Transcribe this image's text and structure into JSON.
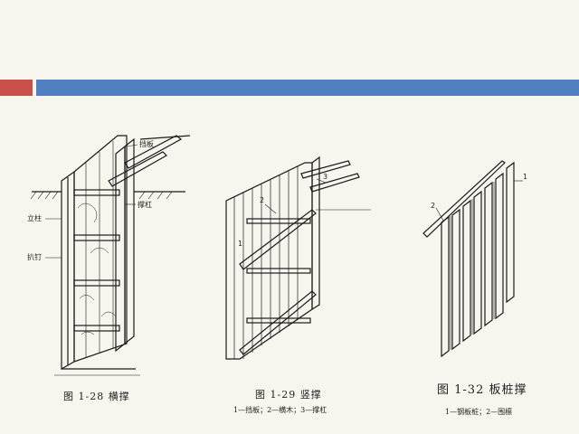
{
  "colors": {
    "accent": "#c8504a",
    "bar": "#4f7fbf",
    "background": "#f7f5ee",
    "ink": "#1a1a1a"
  },
  "fig1": {
    "caption": "图 1-28 横撑",
    "labels": {
      "board": "挡板",
      "strut": "撑杠",
      "post": "立柱",
      "nail": "扒钉"
    }
  },
  "fig2": {
    "caption": "图 1-29 竖撑",
    "legend": "1—挡板；2—横木；3—撑杠",
    "numbers": {
      "n1": "1",
      "n2": "2",
      "n3": "3"
    }
  },
  "fig3": {
    "caption": "图 1-32 板桩撑",
    "legend": "1—钢板桩；2—围檩",
    "numbers": {
      "n1": "1",
      "n2": "2"
    }
  }
}
